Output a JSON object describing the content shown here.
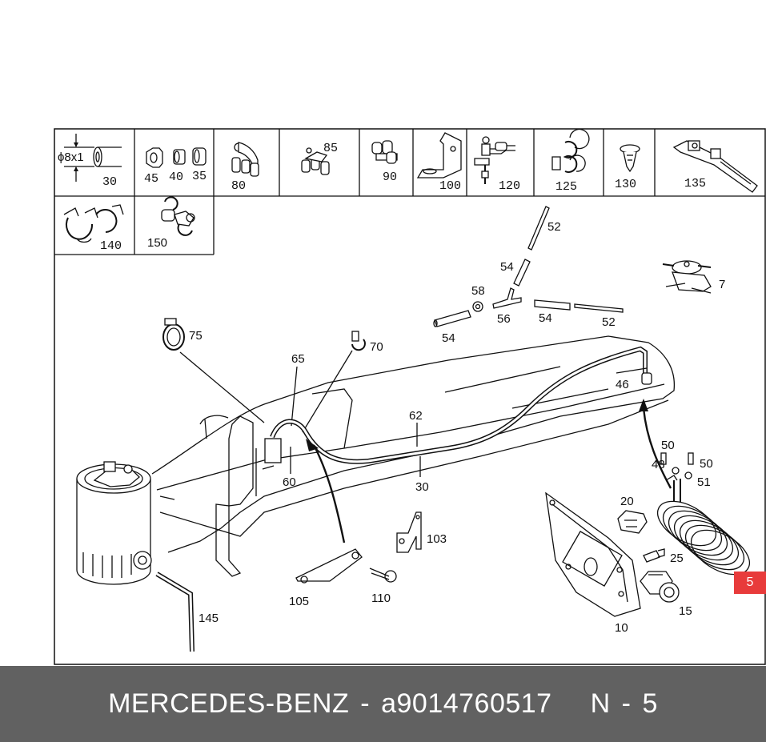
{
  "footer": {
    "brand": "MERCEDES-BENZ",
    "dash1": "-",
    "part_number": "a9014760517",
    "page_letter": "N",
    "dash2": "-",
    "page_number": "5"
  },
  "badge": "5",
  "legend": {
    "pipe_spec": "ϕ8x1",
    "cells": [
      "30",
      "45",
      "40",
      "35",
      "80",
      "85",
      "90",
      "100",
      "120",
      "125",
      "130",
      "135",
      "140",
      "150"
    ]
  },
  "callouts": {
    "c52a": "52",
    "c54a": "54",
    "c58": "58",
    "c56": "56",
    "c54b": "54",
    "c54c": "54",
    "c52b": "52",
    "c7": "7",
    "c75": "75",
    "c70": "70",
    "c65": "65",
    "c62": "62",
    "c46": "46",
    "c60": "60",
    "c30": "30",
    "c50a": "50",
    "c48": "48",
    "c50b": "50",
    "c51": "51",
    "c20": "20",
    "c25": "25",
    "c103": "103",
    "c105": "105",
    "c110": "110",
    "c145": "145",
    "c10": "10",
    "c15": "15"
  }
}
